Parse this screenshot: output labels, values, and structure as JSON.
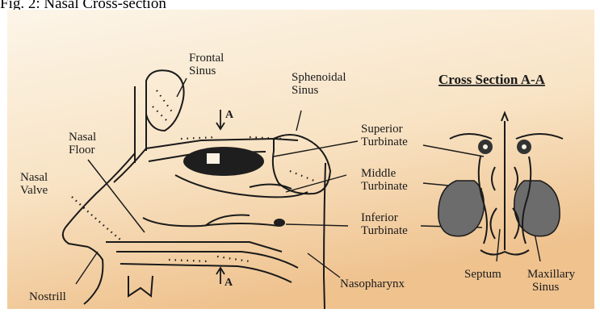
{
  "caption": "Fig. 2: Nasal Cross-section",
  "colors": {
    "background_light": "#fbf3e4",
    "background_warm": "#f0c898",
    "ink": "#1a1a1a",
    "cavity": "#6c6c6c"
  },
  "labels": {
    "frontal_sinus": [
      "Frontal",
      "Sinus"
    ],
    "sphenoidal_sinus": [
      "Sphenoidal",
      "Sinus"
    ],
    "nasal_floor": [
      "Nasal",
      "Floor"
    ],
    "nasal_valve": [
      "Nasal",
      "Valve"
    ],
    "superior_turbinate": [
      "Superior",
      "Turbinate"
    ],
    "middle_turbinate": [
      "Middle",
      "Turbinate"
    ],
    "inferior_turbinate": [
      "Inferior",
      "Turbinate"
    ],
    "nostril": "Nostrill",
    "nasopharynx": "Nasopharynx",
    "septum": "Septum",
    "maxillary_sinus": [
      "Maxillary",
      "Sinus"
    ],
    "section_marker_top": "A",
    "section_marker_bottom": "A"
  },
  "cross_section_title": "Cross Section A-A"
}
